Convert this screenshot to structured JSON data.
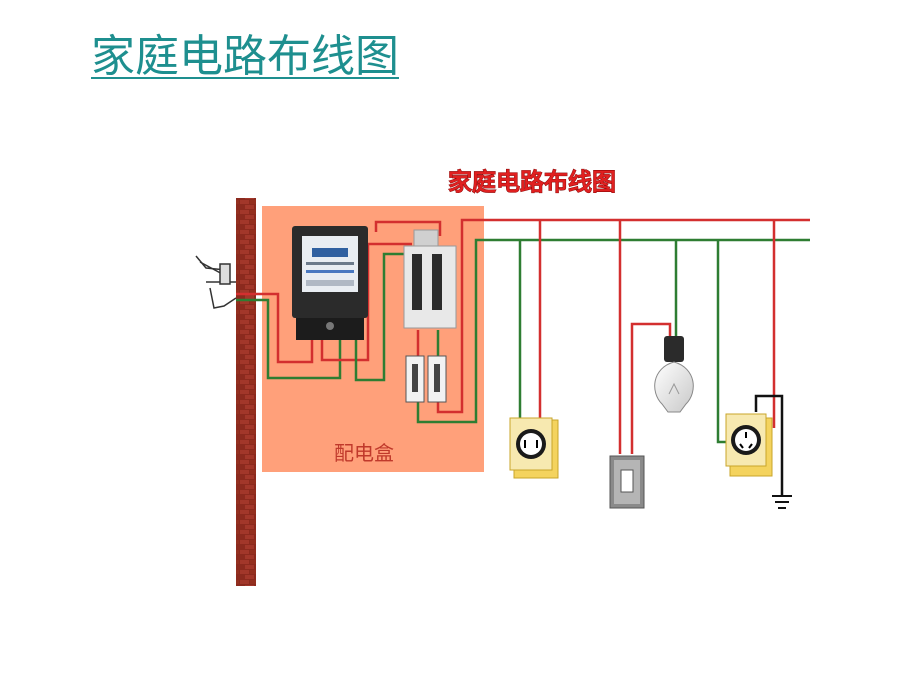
{
  "slide": {
    "title": "家庭电路布线图"
  },
  "diagram": {
    "title": "家庭电路布线图",
    "distribution_box_label": "配电盒"
  },
  "colors": {
    "title_teal": "#1e8f8f",
    "live_wire": "#d32f2f",
    "neutral_wire": "#2e7d32",
    "ground_wire": "#111111",
    "distribution_box": "#ffa07a",
    "brick_wall": "#8b2a1e"
  },
  "components": {
    "meter_icon": "electric-meter-icon",
    "breaker_icon": "knife-switch-icon",
    "fuse_icon": "fuse-icon",
    "socket_icon": "socket-icon",
    "switch_icon": "wall-switch-icon",
    "bulb_icon": "light-bulb-icon",
    "ground_icon": "ground-symbol-icon"
  }
}
